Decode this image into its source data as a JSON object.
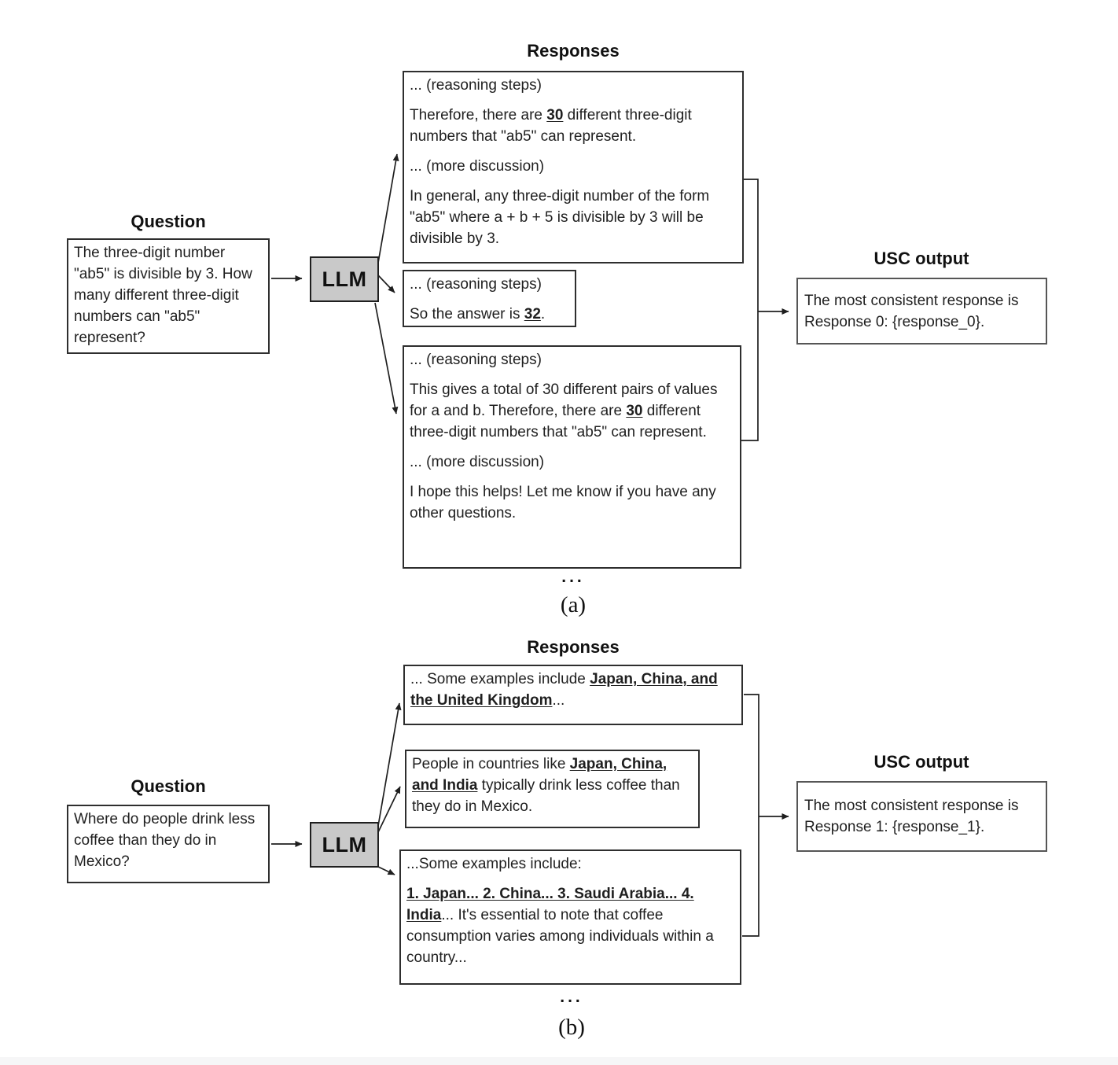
{
  "figure_a": {
    "label": "(a)",
    "question_title": "Question",
    "question_text": "The three-digit number \"ab5\" is divisible by 3. How many different three-digit numbers can \"ab5\" represent?",
    "llm_label": "LLM",
    "responses_title": "Responses",
    "responses": [
      {
        "paragraphs": [
          [
            {
              "t": "... (reasoning steps)"
            }
          ],
          [
            {
              "t": "Therefore, there are "
            },
            {
              "t": "30",
              "b": true
            },
            {
              "t": " different three-digit numbers that \"ab5\" can represent."
            }
          ],
          [
            {
              "t": "... (more discussion)"
            }
          ],
          [
            {
              "t": "In general, any three-digit number of the form \"ab5\" where a + b + 5 is divisible by 3 will be divisible by 3."
            }
          ]
        ]
      },
      {
        "paragraphs": [
          [
            {
              "t": "... (reasoning steps)"
            }
          ],
          [
            {
              "t": "So the answer is "
            },
            {
              "t": "32",
              "b": true
            },
            {
              "t": "."
            }
          ]
        ]
      },
      {
        "paragraphs": [
          [
            {
              "t": "... (reasoning steps)"
            }
          ],
          [
            {
              "t": "This gives a total of 30 different pairs of values for a and b. Therefore, there are "
            },
            {
              "t": "30",
              "b": true
            },
            {
              "t": " different three-digit numbers that \"ab5\" can represent."
            }
          ],
          [
            {
              "t": "... (more discussion)"
            }
          ],
          [
            {
              "t": "I hope this helps! Let me know if you have any other questions."
            }
          ]
        ]
      }
    ],
    "ellipsis": "...",
    "usc_title": "USC output",
    "usc_text": "The most consistent response is Response 0: {response_0}."
  },
  "figure_b": {
    "label": "(b)",
    "question_title": "Question",
    "question_text": "Where do people drink less coffee than they do in Mexico?",
    "llm_label": "LLM",
    "responses_title": "Responses",
    "responses": [
      {
        "paragraphs": [
          [
            {
              "t": "... Some examples include "
            },
            {
              "t": "Japan, China, and the United Kingdom",
              "b": true
            },
            {
              "t": "..."
            }
          ]
        ]
      },
      {
        "paragraphs": [
          [
            {
              "t": "People in countries like "
            },
            {
              "t": "Japan, China, and India",
              "b": true
            },
            {
              "t": " typically drink less coffee than they do in Mexico."
            }
          ]
        ]
      },
      {
        "paragraphs": [
          [
            {
              "t": "...Some examples include:"
            }
          ],
          [
            {
              "t": "1. Japan... 2. China... 3. Saudi Arabia... 4. India",
              "b": true
            },
            {
              "t": "... It's essential to note that coffee consumption varies among individuals within a country..."
            }
          ]
        ]
      }
    ],
    "ellipsis": "...",
    "usc_title": "USC output",
    "usc_text": "The most consistent response is Response 1: {response_1}."
  }
}
